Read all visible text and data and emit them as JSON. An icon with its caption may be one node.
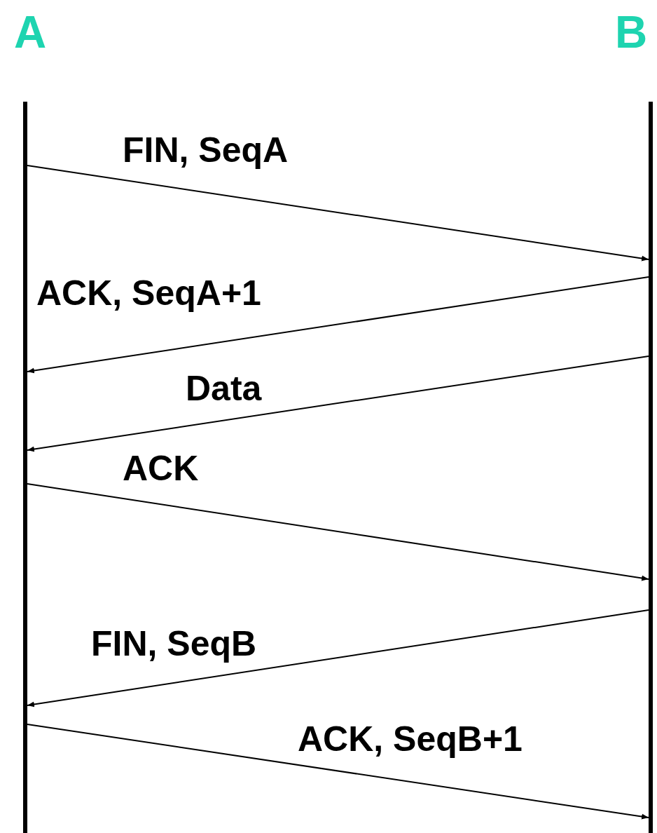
{
  "diagram": {
    "nodes": [
      {
        "text": [
          "A"
        ]
      },
      {
        "text": [
          "B"
        ]
      }
    ],
    "edges": [
      {
        "from": 0,
        "to": 1,
        "arrow": "to",
        "label": "FIN, SeqA"
      },
      {
        "from": 1,
        "to": 0,
        "arrow": "to",
        "label": "ACK, SeqA+1"
      },
      {
        "from": 1,
        "to": 0,
        "arrow": "to",
        "label": "Data"
      },
      {
        "from": 0,
        "to": 1,
        "arrow": "to",
        "label": "ACK"
      },
      {
        "from": 1,
        "to": 0,
        "arrow": "to",
        "label": "FIN, SeqB"
      },
      {
        "from": 0,
        "to": 1,
        "arrow": "to",
        "label": "ACK, SeqB+1"
      }
    ]
  }
}
